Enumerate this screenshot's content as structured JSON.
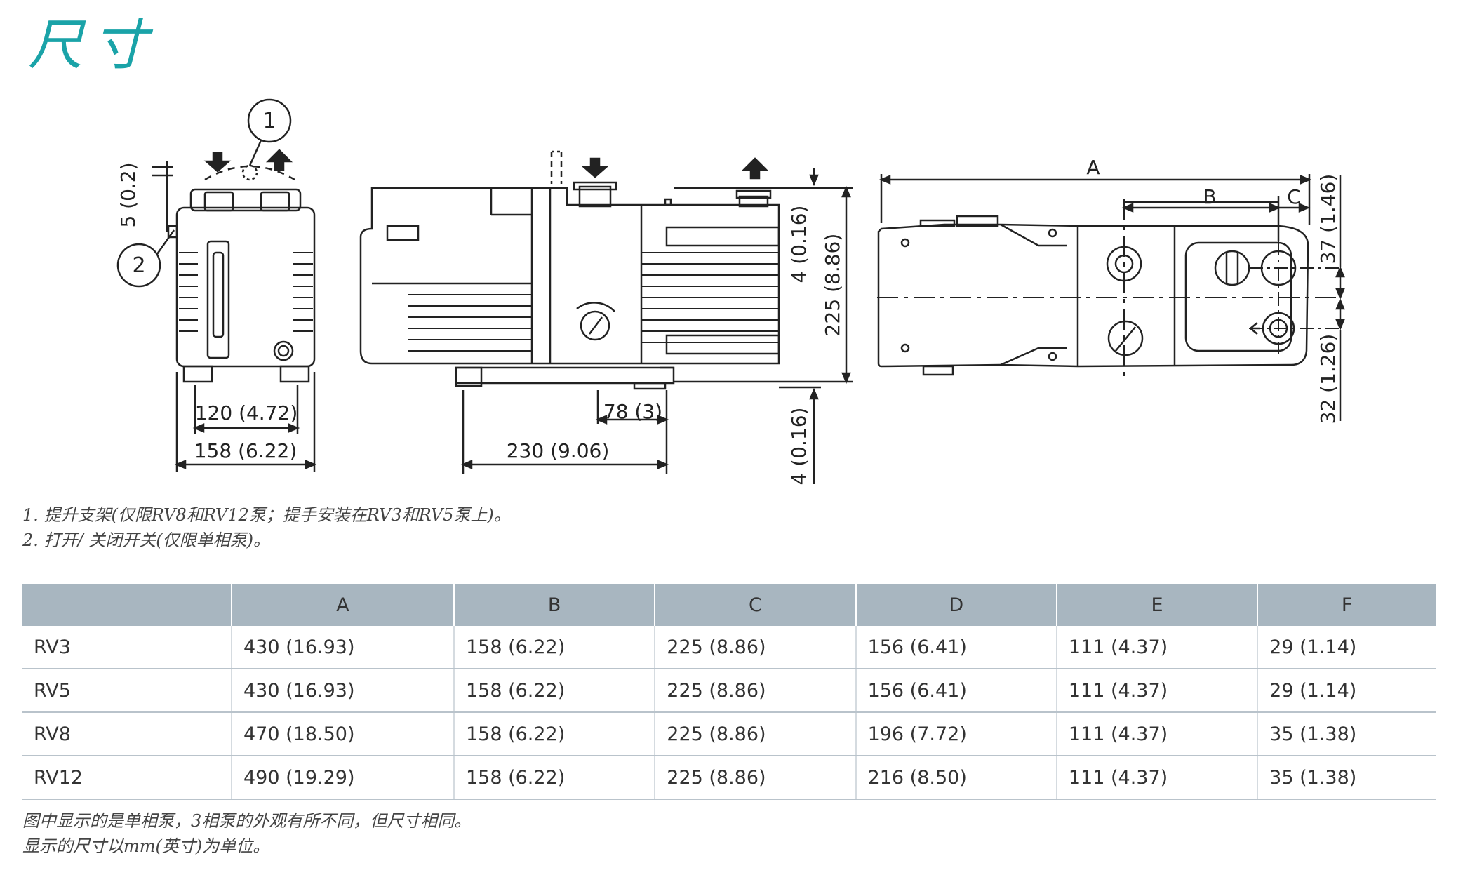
{
  "title": "尺寸",
  "drawing": {
    "callout_1": "1",
    "callout_2": "2",
    "dim_5": "5 (0.2)",
    "dim_120": "120 (4.72)",
    "dim_158": "158 (6.22)",
    "dim_78": "78 (3)",
    "dim_230": "230 (9.06)",
    "dim_4_top": "4 (0.16)",
    "dim_225": "225 (8.86)",
    "dim_4_bottom": "4 (0.16)",
    "label_a": "A",
    "label_b": "B",
    "label_c": "C",
    "dim_37": "37 (1.46)",
    "dim_32": "32 (1.26)"
  },
  "notes": {
    "note1": "1. 提升支架(仅限RV8和RV12泵；提手安装在RV3和RV5泵上)。",
    "note2": "2. 打开/ 关闭开关(仅限单相泵)。"
  },
  "table": {
    "headers": [
      "",
      "A",
      "B",
      "C",
      "D",
      "E",
      "F"
    ],
    "rows": [
      [
        "RV3",
        "430 (16.93)",
        "158 (6.22)",
        "225 (8.86)",
        "156 (6.41)",
        "111 (4.37)",
        "29 (1.14)"
      ],
      [
        "RV5",
        "430 (16.93)",
        "158 (6.22)",
        "225 (8.86)",
        "156 (6.41)",
        "111 (4.37)",
        "29 (1.14)"
      ],
      [
        "RV8",
        "470 (18.50)",
        "158 (6.22)",
        "225 (8.86)",
        "196 (7.72)",
        "111 (4.37)",
        "35 (1.38)"
      ],
      [
        "RV12",
        "490 (19.29)",
        "158 (6.22)",
        "225 (8.86)",
        "216 (8.50)",
        "111 (4.37)",
        "35 (1.38)"
      ]
    ]
  },
  "footer": {
    "line1": "图中显示的是单相泵，3相泵的外观有所不同，但尺寸相同。",
    "line2": "显示的尺寸以mm(英寸)为单位。"
  }
}
